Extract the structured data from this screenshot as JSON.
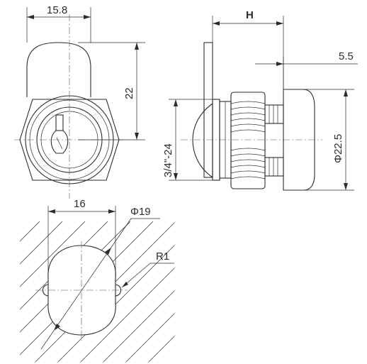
{
  "labels": {
    "width_top": "15.8",
    "height_22": "22",
    "h_label": "H",
    "dim_5_5": "5.5",
    "diameter_22_5": "Φ22.5",
    "thread": "3/4\"-24",
    "width_16": "16",
    "diameter_19": "Φ19",
    "radius_r1": "R1"
  }
}
